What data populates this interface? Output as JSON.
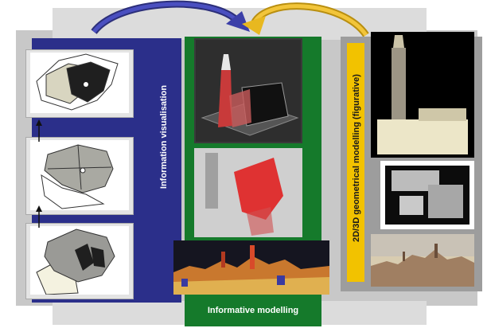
{
  "colors": {
    "left_panel": "#2b2f8a",
    "center_panel": "#157a2b",
    "right_label_bar": "#f2c200",
    "arrow_left": "#3b3fa8",
    "arrow_right": "#e8b820"
  },
  "left": {
    "label": "Information visualisation"
  },
  "center": {
    "label": "Informative modelling"
  },
  "right": {
    "label": "2D/3D geometrical modelling (figurative)"
  },
  "icons": [
    "curved-arrow-icon",
    "curved-arrow-icon",
    "up-arrow-icon",
    "up-arrow-icon"
  ]
}
